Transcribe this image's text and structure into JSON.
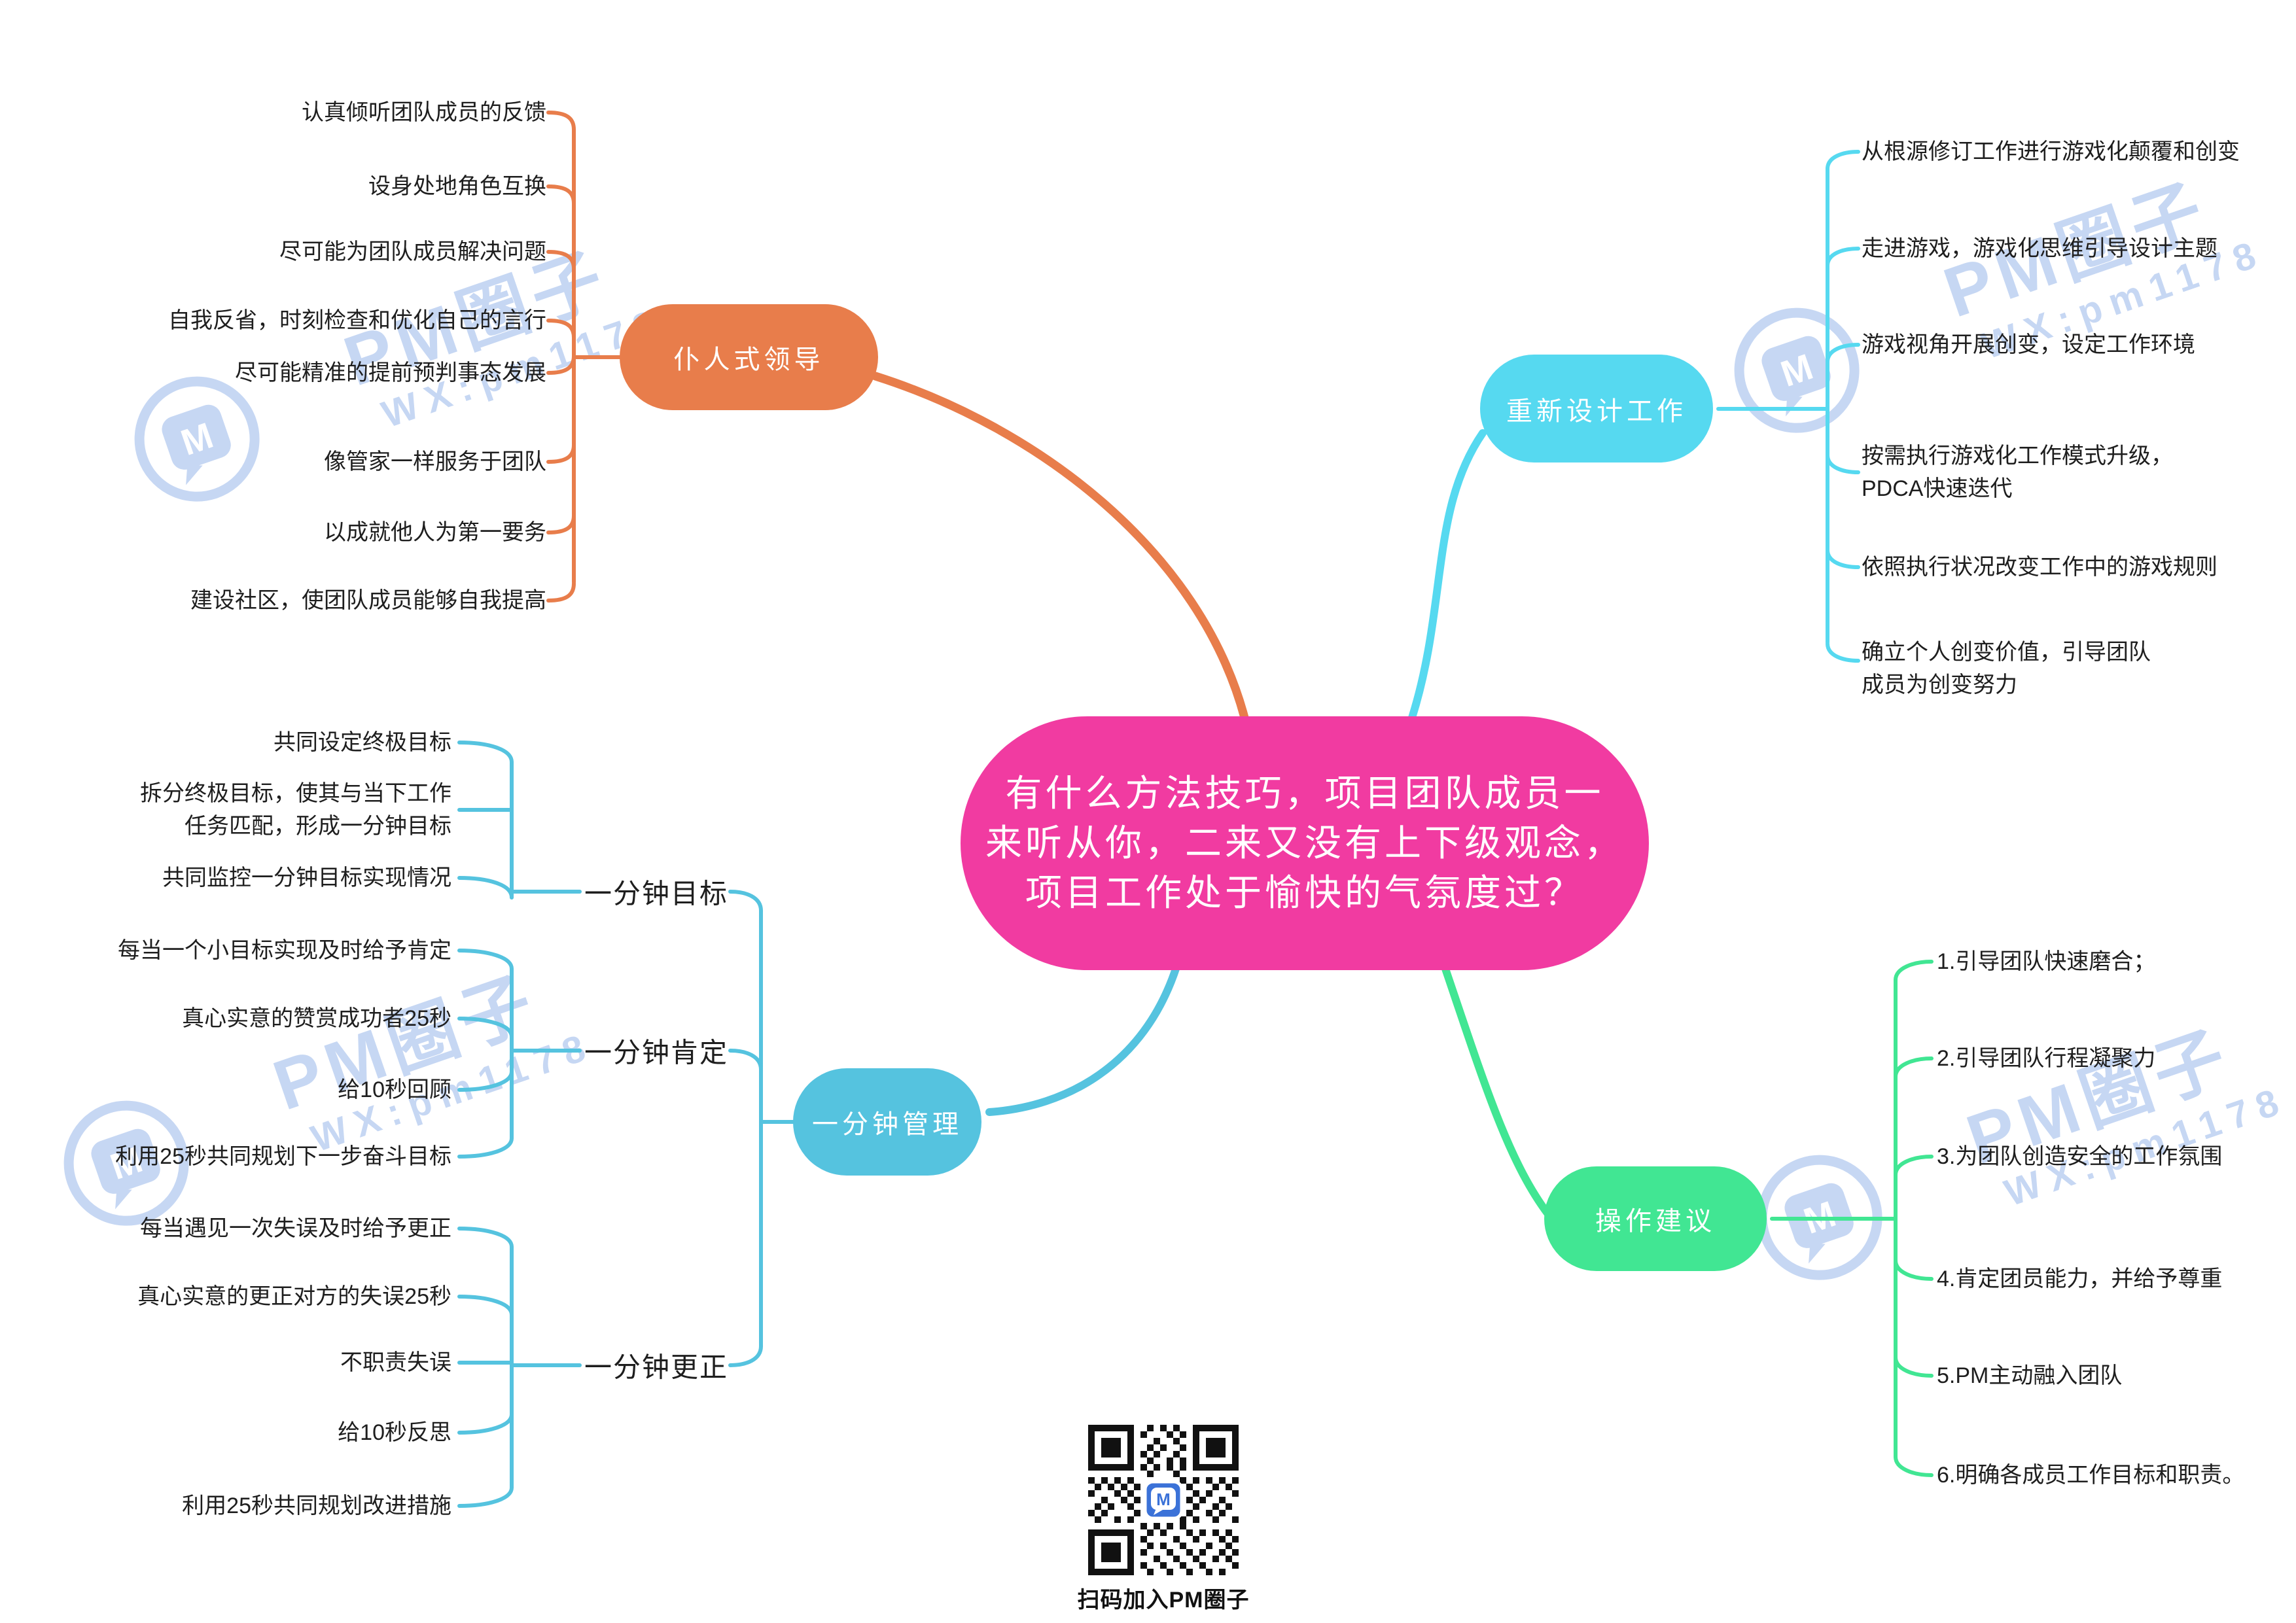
{
  "center": {
    "lines": [
      "有什么方法技巧，项目团队成员一",
      "来听从你，二来又没有上下级观念，",
      "项目工作处于愉快的气氛度过？"
    ],
    "color": "#f13ba1"
  },
  "branches": {
    "servant": {
      "label": "仆人式领导",
      "color": "#e87d4b",
      "items": [
        "认真倾听团队成员的反馈",
        "设身处地角色互换",
        "尽可能为团队成员解决问题",
        "自我反省，时刻检查和优化自己的言行",
        "尽可能精准的提前预判事态发展",
        "像管家一样服务于团队",
        "以成就他人为第一要务",
        "建设社区，使团队成员能够自我提高"
      ]
    },
    "redesign": {
      "label": "重新设计工作",
      "color": "#56d9f0",
      "items": [
        "从根源修订工作进行游戏化颠覆和创变",
        "走进游戏，游戏化思维引导设计主题",
        "游戏视角开展创变，设定工作环境",
        "按需执行游戏化工作模式升级，\nPDCA快速迭代",
        "依照执行状况改变工作中的游戏规则",
        "确立个人创变价值，引导团队\n成员为创变努力"
      ]
    },
    "minute": {
      "label": "一分钟管理",
      "color": "#55c3df",
      "children": [
        {
          "label": "一分钟目标",
          "items": [
            "共同设定终极目标",
            "拆分终极目标，使其与当下工作\n任务匹配，形成一分钟目标",
            "共同监控一分钟目标实现情况"
          ]
        },
        {
          "label": "一分钟肯定",
          "items": [
            "每当一个小目标实现及时给予肯定",
            "真心实意的赞赏成功者25秒",
            "给10秒回顾",
            "利用25秒共同规划下一步奋斗目标"
          ]
        },
        {
          "label": "一分钟更正",
          "items": [
            "每当遇见一次失误及时给予更正",
            "真心实意的更正对方的失误25秒",
            "不职责失误",
            "给10秒反思",
            "利用25秒共同规划改进措施"
          ]
        }
      ]
    },
    "advice": {
      "label": "操作建议",
      "color": "#41e693",
      "items": [
        "1.引导团队快速磨合；",
        "2.引导团队行程凝聚力",
        "3.为团队创造安全的工作氛围",
        "4.肯定团员能力，并给予尊重",
        "5.PM主动融入团队",
        "6.明确各成员工作目标和职责。"
      ]
    }
  },
  "footer": {
    "qr_caption": "扫码加入PM圈子"
  },
  "watermark": {
    "brand": "PM圈子",
    "wechat": "WX:pm1178",
    "logo_letter": "M",
    "color": "#c6d7f3"
  }
}
